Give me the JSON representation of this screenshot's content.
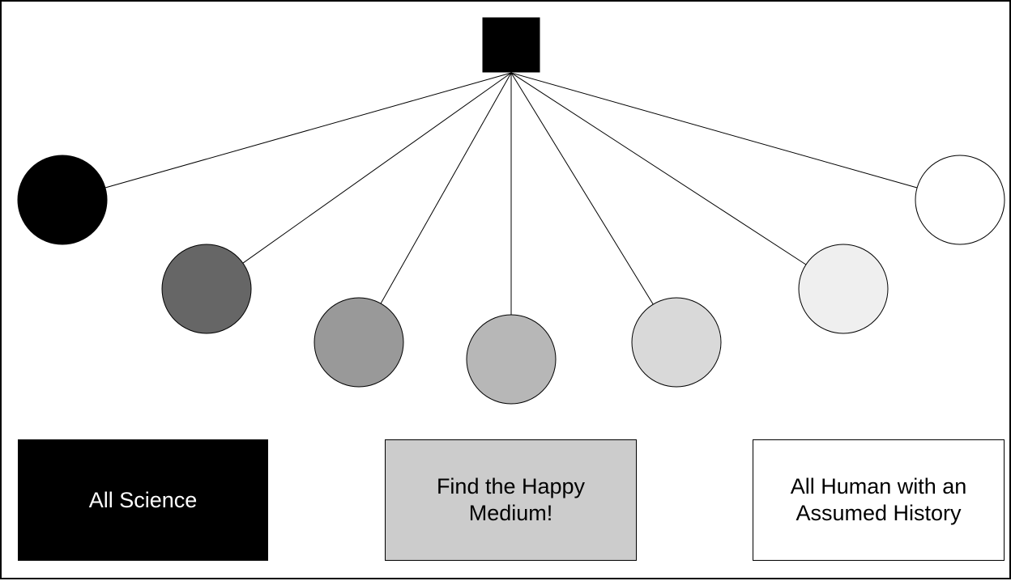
{
  "diagram": {
    "hub": {
      "fill": "#000000"
    },
    "nodes": [
      {
        "id": "node-1",
        "fill": "#000000"
      },
      {
        "id": "node-2",
        "fill": "#666666"
      },
      {
        "id": "node-3",
        "fill": "#999999"
      },
      {
        "id": "node-4",
        "fill": "#b7b7b7"
      },
      {
        "id": "node-5",
        "fill": "#d9d9d9"
      },
      {
        "id": "node-6",
        "fill": "#efefef"
      },
      {
        "id": "node-7",
        "fill": "#ffffff"
      }
    ],
    "labels": [
      {
        "id": "all-science",
        "text": "All Science",
        "fill": "#000000",
        "text_color": "#ffffff"
      },
      {
        "id": "happy-medium",
        "text": "Find the Happy\nMedium!",
        "fill": "#cccccc",
        "text_color": "#000000"
      },
      {
        "id": "all-human",
        "text": "All Human with an\nAssumed History",
        "fill": "#ffffff",
        "text_color": "#000000"
      }
    ]
  }
}
